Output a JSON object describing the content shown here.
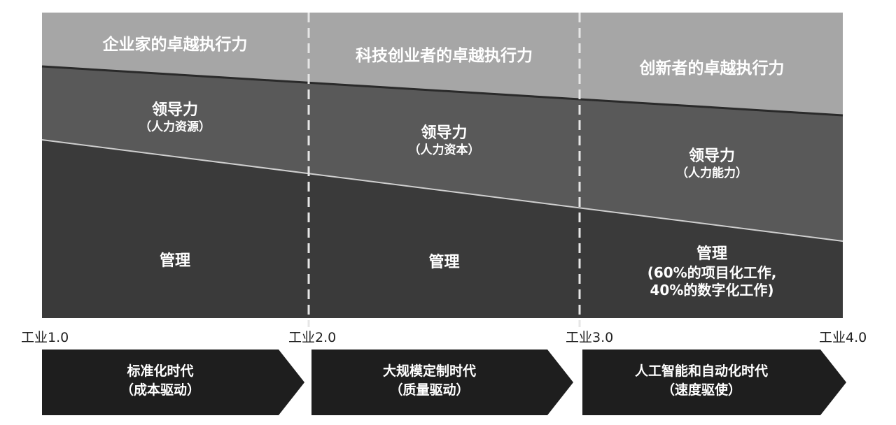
{
  "colors": {
    "top_band": "#a6a6a6",
    "mid_band": "#595959",
    "bottom_band": "#3a3a3a",
    "arrow": "#1e1e1e",
    "divider": "#e6e6e6"
  },
  "bands": [
    {
      "title": "企业家的卓越执行力"
    },
    {
      "title": "科技创业者的卓越执行力"
    },
    {
      "title": "创新者的卓越执行力"
    }
  ],
  "leadership": [
    {
      "title": "领导力",
      "sub": "（人力资源）"
    },
    {
      "title": "领导力",
      "sub": "（人力资本）"
    },
    {
      "title": "领导力",
      "sub": "（人力能力）"
    }
  ],
  "management": [
    {
      "title": "管理",
      "sub": "",
      "sub2": ""
    },
    {
      "title": "管理",
      "sub": "",
      "sub2": ""
    },
    {
      "title": "管理",
      "sub": "(60%的项目化工作,",
      "sub2": "40%的数字化工作)"
    }
  ],
  "axis": [
    "工业1.0",
    "工业2.0",
    "工业3.0",
    "工业4.0"
  ],
  "eras": [
    {
      "title": "标准化时代",
      "sub": "（成本驱动）"
    },
    {
      "title": "大规模定制时代",
      "sub": "（质量驱动）"
    },
    {
      "title": "人工智能和自动化时代",
      "sub": "（速度驱使）"
    }
  ]
}
